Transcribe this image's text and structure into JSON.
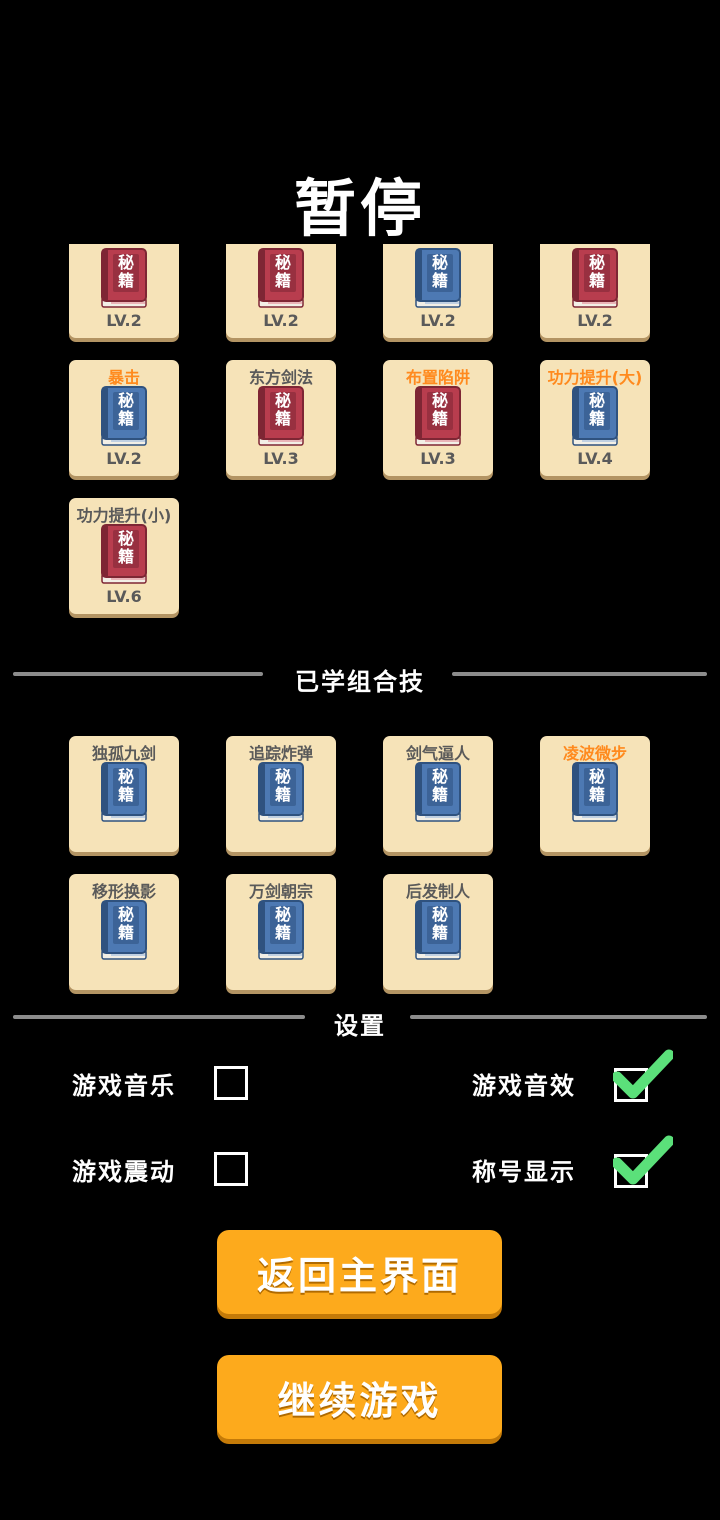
{
  "title": "暂停",
  "colors": {
    "card_bg": "#f6e3b8",
    "name_orange": "#ff8a1e",
    "name_gray": "#5a5a5a",
    "book_red": "#b83d4e",
    "book_blue": "#4d79b3",
    "button_orange": "#fdaa1c",
    "check_green": "#5be07a"
  },
  "skills": [
    {
      "name": "",
      "level": "LV.2",
      "book": "red",
      "name_color": "orange"
    },
    {
      "name": "",
      "level": "LV.2",
      "book": "red",
      "name_color": "gray"
    },
    {
      "name": "",
      "level": "LV.2",
      "book": "blue",
      "name_color": "gray"
    },
    {
      "name": "",
      "level": "LV.2",
      "book": "red",
      "name_color": "gray"
    },
    {
      "name": "暴击",
      "level": "LV.2",
      "book": "blue",
      "name_color": "orange"
    },
    {
      "name": "东方剑法",
      "level": "LV.3",
      "book": "red",
      "name_color": "gray"
    },
    {
      "name": "布置陷阱",
      "level": "LV.3",
      "book": "red",
      "name_color": "orange"
    },
    {
      "name": "功力提升(大)",
      "level": "LV.4",
      "book": "blue",
      "name_color": "orange"
    },
    {
      "name": "功力提升(小)",
      "level": "LV.6",
      "book": "red",
      "name_color": "gray"
    }
  ],
  "book_label": {
    "top": "秘",
    "bottom": "籍"
  },
  "combo_section": {
    "title": "已学组合技",
    "items": [
      {
        "name": "独孤九剑",
        "name_color": "gray"
      },
      {
        "name": "追踪炸弹",
        "name_color": "gray"
      },
      {
        "name": "剑气逼人",
        "name_color": "gray"
      },
      {
        "name": "凌波微步",
        "name_color": "orange"
      },
      {
        "name": "移形换影",
        "name_color": "gray"
      },
      {
        "name": "万剑朝宗",
        "name_color": "gray"
      },
      {
        "name": "后发制人",
        "name_color": "gray"
      }
    ]
  },
  "settings": {
    "title": "设置",
    "music": {
      "label": "游戏音乐",
      "checked": false
    },
    "sfx": {
      "label": "游戏音效",
      "checked": true
    },
    "vibration": {
      "label": "游戏震动",
      "checked": false
    },
    "title_display": {
      "label": "称号显示",
      "checked": true
    }
  },
  "buttons": {
    "main_menu": "返回主界面",
    "continue": "继续游戏"
  }
}
